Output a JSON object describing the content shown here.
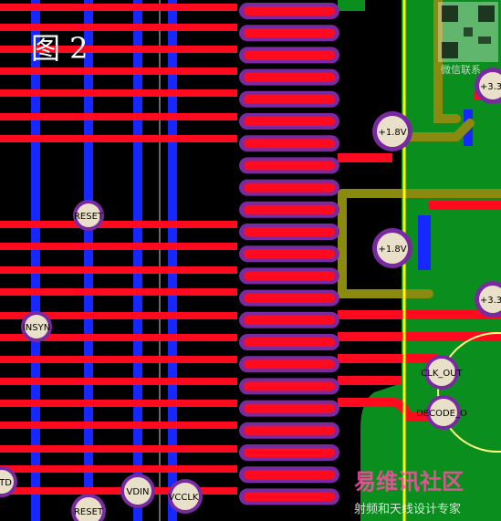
{
  "figure": {
    "label": "图 2"
  },
  "colors": {
    "background": "#000000",
    "top_trace": "#ff0a1e",
    "bottom_trace": "#1428ff",
    "copper_pour": "#0a8f1e",
    "silkscreen": "#ffff00",
    "pad_outline": "#7a2aa0",
    "olive_trace": "#8a8a10",
    "via_fill": "#e8e0c8",
    "board_edge": "#ffff80"
  },
  "vias": [
    {
      "name": "via-reset-1",
      "label": "RESET"
    },
    {
      "name": "via-insyn",
      "label": "INSYN"
    },
    {
      "name": "via-1v8-top",
      "label": "+1.8V"
    },
    {
      "name": "via-1v8-mid",
      "label": "+1.8V"
    },
    {
      "name": "via-3v3-top",
      "label": "+3.3"
    },
    {
      "name": "via-3v3-mid",
      "label": "+3.3"
    },
    {
      "name": "via-clk-out",
      "label": "CLK_OUT"
    },
    {
      "name": "via-decode",
      "label": "DECODE_O"
    },
    {
      "name": "via-vdin",
      "label": "VDIN"
    },
    {
      "name": "via-vcclk",
      "label": "VCCLK"
    },
    {
      "name": "via-reset-2",
      "label": "RESET"
    },
    {
      "name": "via-td",
      "label": "TD"
    }
  ],
  "watermark": {
    "brand": "易维讯社区",
    "tagline": "射频和天线设计专家",
    "qr_caption": "微信联系"
  }
}
